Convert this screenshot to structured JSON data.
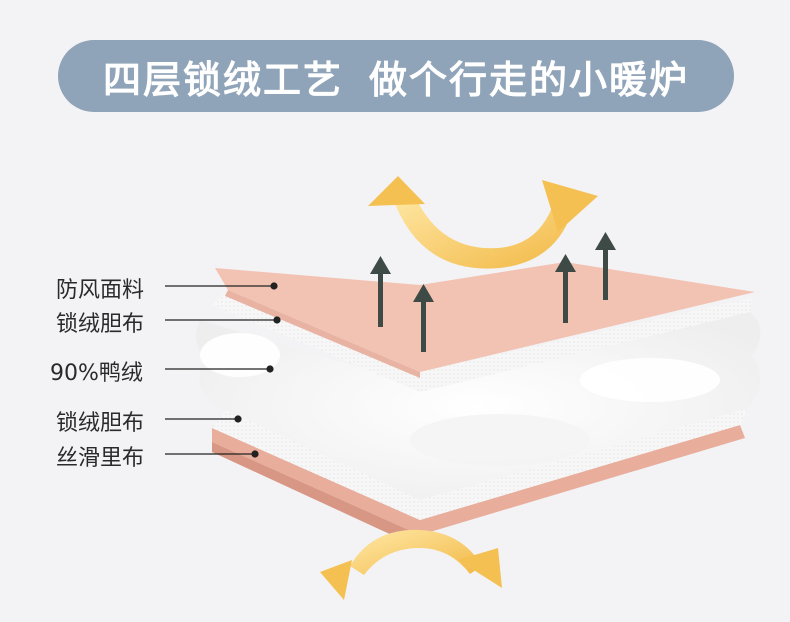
{
  "banner": {
    "part1": "四层锁绒工艺",
    "part2": "做个行走的小暖炉"
  },
  "layers": [
    {
      "label": "防风面料"
    },
    {
      "label": "锁绒胆布"
    },
    {
      "label": "90%鸭绒"
    },
    {
      "label": "锁绒胆布"
    },
    {
      "label": "丝滑里布"
    }
  ],
  "colors": {
    "banner": "#8fa4b8",
    "outer_fabric": "#f2c3b3",
    "lining": "#eab3a3",
    "down": "#ffffff",
    "arrow_warm": "#f6c760",
    "arrow_dark": "#3e4a46"
  },
  "icons": {
    "warm_arrow": "curved-warm-arrow",
    "vent_arrow": "up-arrow"
  }
}
